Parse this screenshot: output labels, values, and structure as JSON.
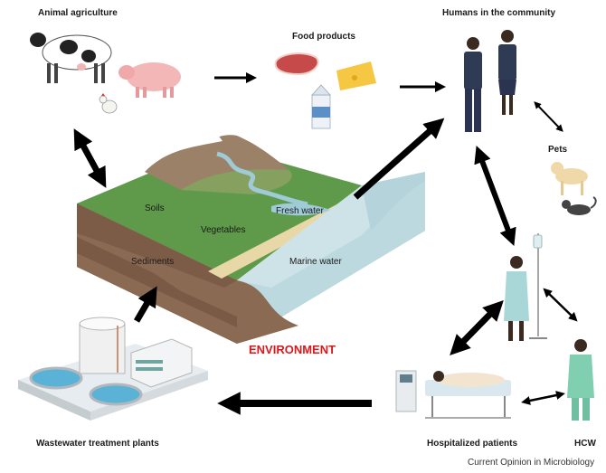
{
  "nodes": {
    "animal_agriculture": "Animal agriculture",
    "food_products": "Food products",
    "humans_community": "Humans in the community",
    "pets": "Pets",
    "hospitalized_patients": "Hospitalized patients",
    "hcw": "HCW",
    "wastewater": "Wastewater treatment plants"
  },
  "environment": {
    "title": "ENVIRONMENT",
    "soils": "Soils",
    "vegetables": "Vegetables",
    "fresh_water": "Fresh water",
    "sediments": "Sediments",
    "marine_water": "Marine water"
  },
  "credit": "Current Opinion in Microbiology",
  "colors": {
    "environment_title": "#d7191c",
    "grass": "#5f9a4a",
    "soil": "#8a6a52",
    "water": "#bcd9df",
    "arrow": "#000000"
  }
}
